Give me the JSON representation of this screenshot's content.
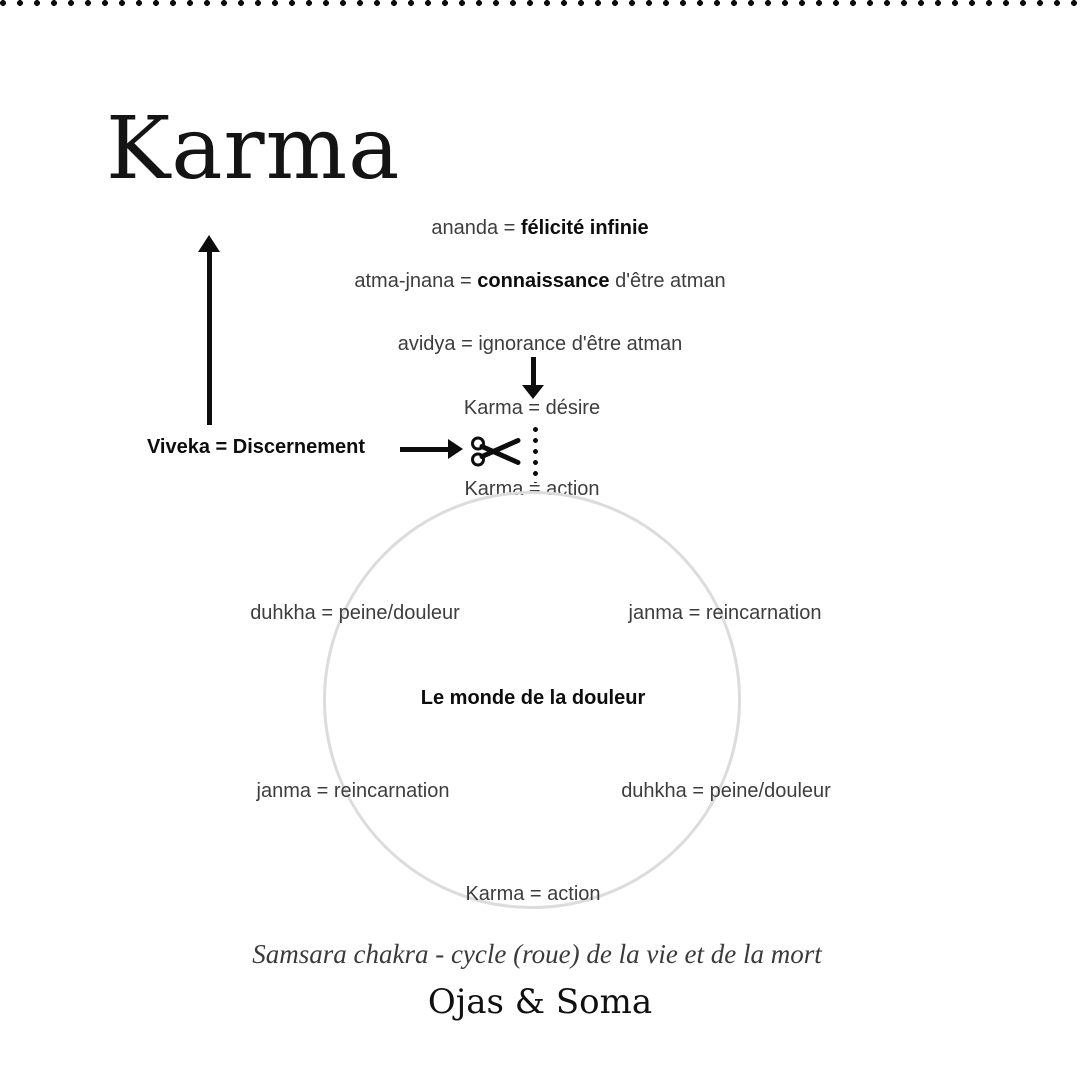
{
  "title": "Karma",
  "upper": {
    "ananda_prefix": "ananda = ",
    "ananda_bold": "félicité infinie",
    "atma_prefix": "atma-jnana = ",
    "atma_bold": "connaissance",
    "atma_suffix": " d'être atman"
  },
  "chain": {
    "avidya": "avidya = ignorance d'être atman",
    "karma_desire": "Karma = désire",
    "viveka": "Viveka = Discernement",
    "karma_action_top": "Karma = action"
  },
  "circle": {
    "top_left": "duhkha = peine/douleur",
    "top_right": "janma = reincarnation",
    "center_label": "Le monde de la douleur",
    "bottom_left": "janma = reincarnation",
    "bottom_right": "duhkha = peine/douleur",
    "bottom_label": "Karma = action"
  },
  "footer": {
    "caption": "Samsara chakra - cycle (roue) de la vie et de la mort",
    "brand": "Ojas & Soma"
  },
  "icons": {
    "scissors": "scissors-icon"
  },
  "colors": {
    "background": "#ffffff",
    "text_gray": "#3d3d3d",
    "text_dark": "#0d0d0d",
    "circle_stroke": "#dcdcdc"
  }
}
